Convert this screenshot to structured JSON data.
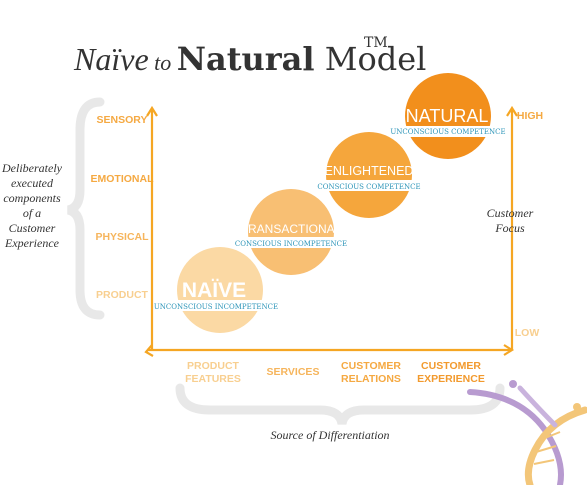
{
  "title": {
    "part1": "Naïve",
    "part2": " to ",
    "part3": "Natural",
    "part4": " Model",
    "trademark": "TM"
  },
  "y_axis": {
    "side_label_lines": [
      "Deliberately",
      "executed",
      "components",
      "of a",
      "Customer",
      "Experience"
    ],
    "levels": [
      "SENSORY",
      "EMOTIONAL",
      "PHYSICAL",
      "PRODUCT"
    ]
  },
  "right_axis": {
    "high": "HIGH",
    "low": "LOW",
    "label_lines": [
      "Customer",
      "Focus"
    ]
  },
  "x_axis": {
    "categories": [
      [
        "PRODUCT",
        "FEATURES"
      ],
      [
        "SERVICES"
      ],
      [
        "CUSTOMER",
        "RELATIONS"
      ],
      [
        "CUSTOMER",
        "EXPERIENCE"
      ]
    ],
    "label": "Source of Differentiation"
  },
  "stages": [
    {
      "name": "NAÏVE",
      "subtitle": "UNCONSCIOUS INCOMPETENCE",
      "color": "#fbd9a4"
    },
    {
      "name": "TRANSACTIONAL",
      "subtitle": "CONSCIOUS INCOMPETENCE",
      "color": "#f8bf73"
    },
    {
      "name": "ENLIGHTENED",
      "subtitle": "CONSCIOUS COMPETENCE",
      "color": "#f5a63c"
    },
    {
      "name": "NATURAL",
      "subtitle": "UNCONSCIOUS COMPETENCE",
      "color": "#f28f1c"
    }
  ],
  "colors": {
    "axis": "#f5a623",
    "label_orange": "#f5a942",
    "label_pale": "#f8cf90",
    "subtitle_teal": "#2b94b8",
    "bracket": "#e8e8e8",
    "text_dark": "#333333"
  }
}
